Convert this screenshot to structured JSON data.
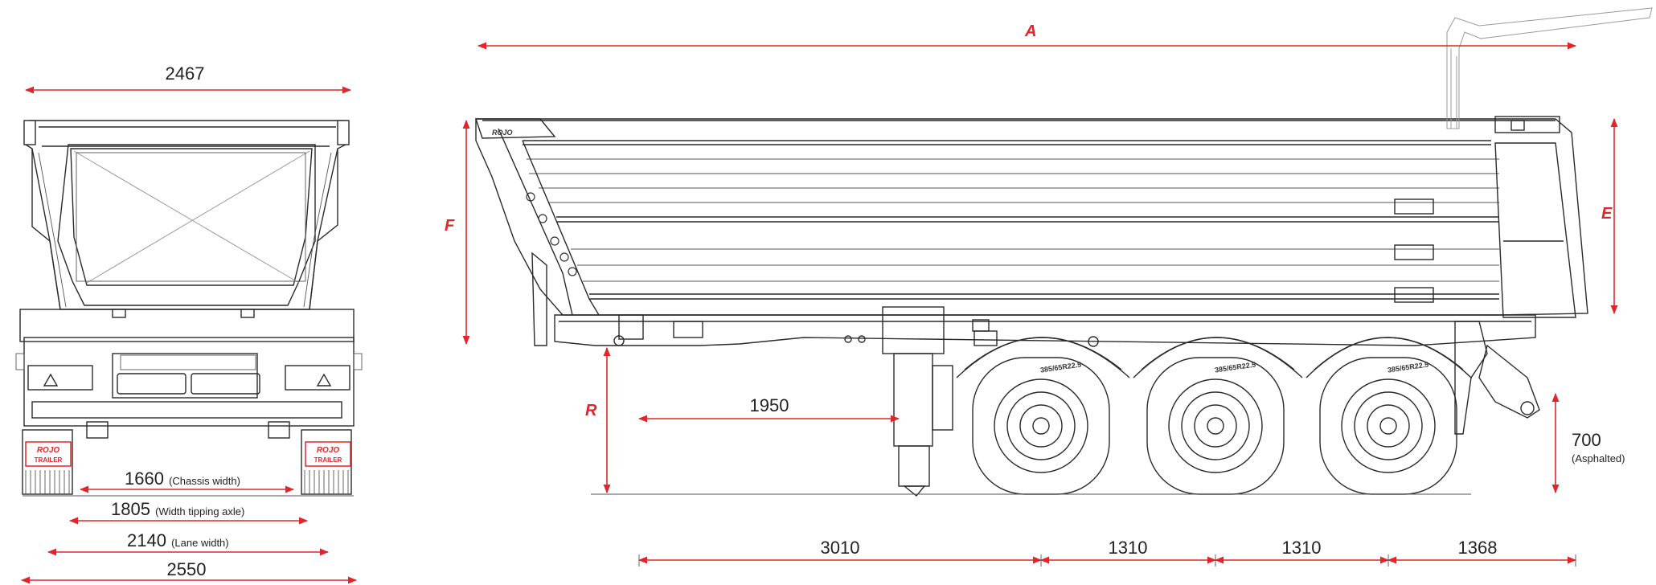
{
  "front_view": {
    "top_width": "2467",
    "chassis_width": "1660",
    "chassis_width_note": "(Chassis width)",
    "tipping_axle_width": "1805",
    "tipping_axle_note": "(Width tipping axle)",
    "lane_width": "2140",
    "lane_width_note": "(Lane width)",
    "overall_width": "2550",
    "brand_top": "ROJO",
    "brand_bottom": "TRAILER"
  },
  "side_view": {
    "length_letter": "A",
    "height_letter": "F",
    "side_height_letter": "E",
    "ground_letter": "R",
    "leg_distance": "1950",
    "kingpin_height": "700",
    "kingpin_note": "(Asphalted)",
    "wheelbase_front": "3010",
    "axle_spacing_1": "1310",
    "axle_spacing_2": "1310",
    "rear_overhang": "1368",
    "tire_label": "385/65R22.5",
    "brand_label": "ROJO"
  },
  "colors": {
    "dimension": "#e0262b",
    "line": "#2a2a2a"
  }
}
